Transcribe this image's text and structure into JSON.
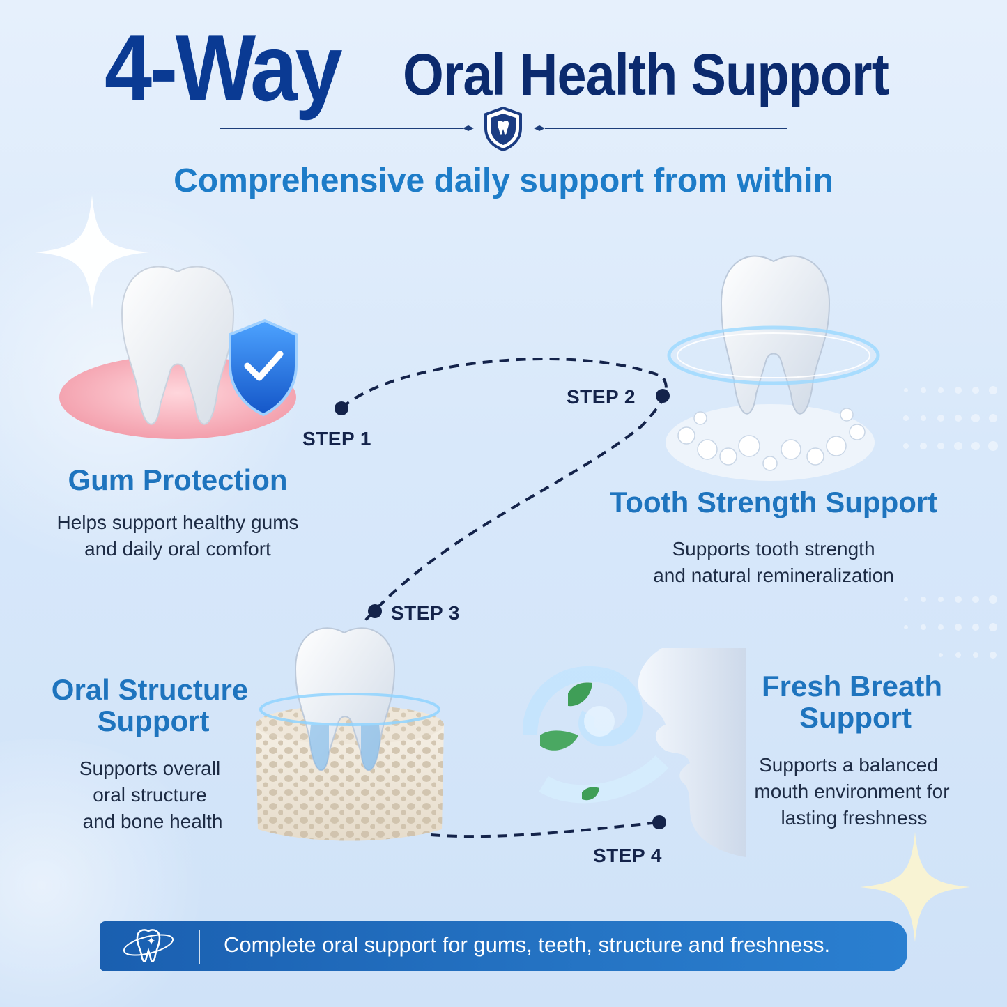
{
  "header": {
    "title_big": "4-Way",
    "title_small": "Oral Health Support",
    "subtitle": "Comprehensive daily support from within",
    "emblem_icon": "shield-tooth-icon"
  },
  "features": [
    {
      "step": "STEP 1",
      "title": "Gum Protection",
      "desc_lines": [
        "Helps support healthy gums",
        "and daily oral comfort"
      ],
      "icon": "tooth-gum-shield-icon"
    },
    {
      "step": "STEP 2",
      "title": "Tooth Strength Support",
      "desc_lines": [
        "Supports tooth strength",
        "and natural remineralization"
      ],
      "icon": "tooth-bubbles-icon"
    },
    {
      "step": "STEP 3",
      "title_lines": [
        "Oral Structure",
        "Support"
      ],
      "desc_lines": [
        "Supports overall",
        "oral structure",
        "and bone health"
      ],
      "icon": "tooth-bone-icon"
    },
    {
      "step": "STEP 4",
      "title_lines": [
        "Fresh Breath",
        "Support"
      ],
      "desc_lines": [
        "Supports a balanced",
        "mouth environment for",
        "lasting freshness"
      ],
      "icon": "fresh-breath-icon"
    }
  ],
  "banner": {
    "text": "Complete oral support for gums, teeth, structure and freshness.",
    "icon": "sparkle-tooth-icon"
  },
  "colors": {
    "title_dark": "#0a3a93",
    "accent_blue": "#1e74be",
    "path_navy": "#14234a",
    "banner_blue": "#1a5fb0"
  }
}
